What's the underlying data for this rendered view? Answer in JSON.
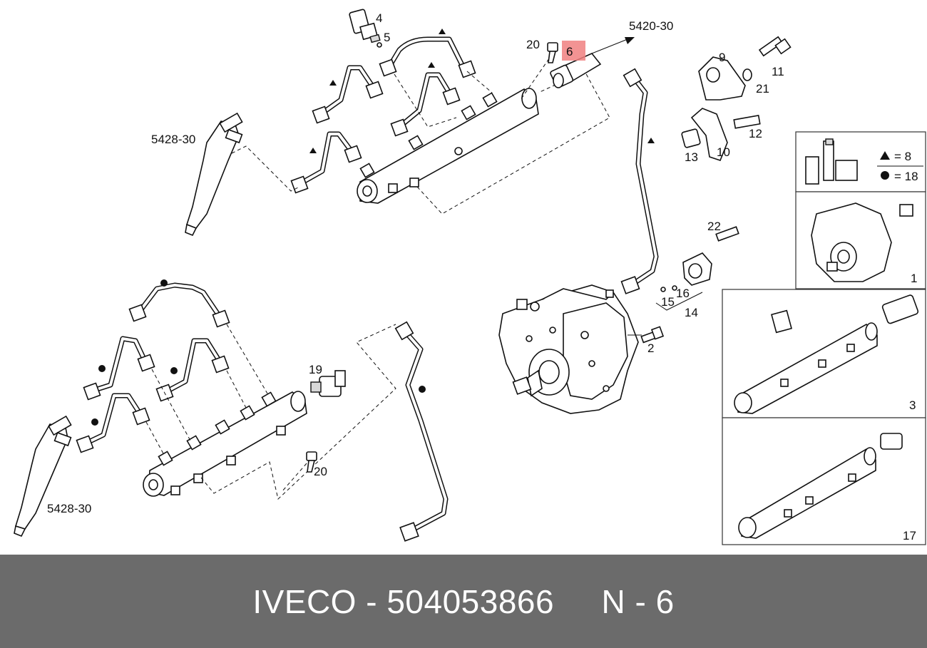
{
  "colors": {
    "footer_bg": "#6b6b6b",
    "footer_text": "#ffffff",
    "highlight": "#f08080"
  },
  "callouts": {
    "c4": "4",
    "c5": "5",
    "c6": "6",
    "c20a": "20",
    "c20b": "20",
    "c9": "9",
    "c11": "11",
    "c21": "21",
    "c10": "10",
    "c12": "12",
    "c13": "13",
    "c22": "22",
    "c16": "16",
    "c15": "15",
    "c14": "14",
    "c2": "2",
    "c19": "19",
    "c1": "1",
    "c3": "3",
    "c17": "17",
    "ref_5420": "5420-30",
    "ref_5428_top": "5428-30",
    "ref_5428_bottom": "5428-30"
  },
  "legend": {
    "triangle_qty": "= 8",
    "circle_qty": "= 18"
  },
  "footer": {
    "text": "IVECO - 504053866     N - 6"
  }
}
